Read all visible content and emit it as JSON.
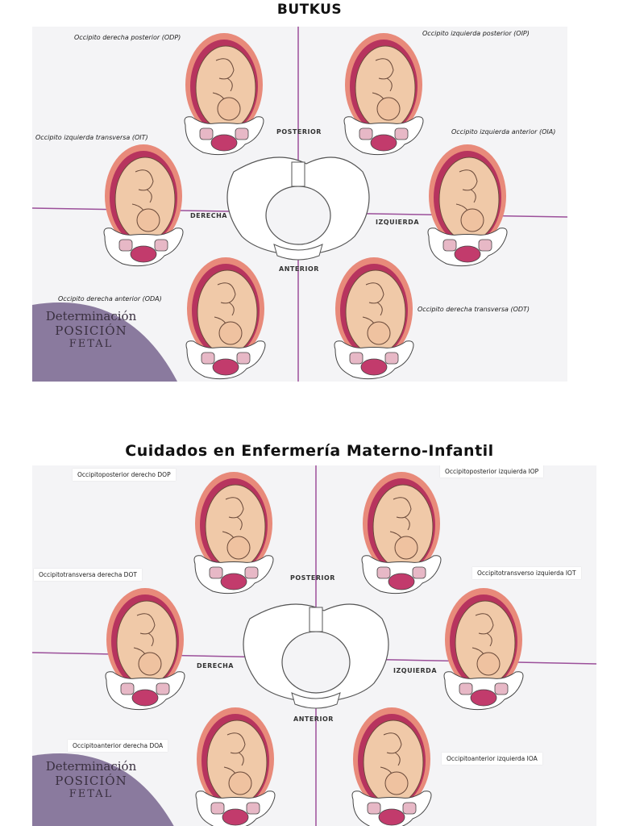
{
  "page": {
    "title_top": "BUTKUS",
    "title_bottom": "Cuidados en Enfermería Materno-Infantil"
  },
  "panel1": {
    "labels": {
      "odp": "Occipito derecha posterior (ODP)",
      "oip": "Occipito izquierda posterior (OIP)",
      "oit": "Occipito izquierda transversa (OIT)",
      "oia": "Occipito izquierda anterior (OIA)",
      "oda": "Occipito derecha anterior (ODA)",
      "odt": "Occipito derecha transversa (ODT)"
    },
    "directions": {
      "posterior": "POSTERIOR",
      "anterior": "ANTERIOR",
      "derecha": "DERECHA",
      "izquierda": "IZQUIERDA"
    },
    "badge": {
      "line1": "Determinación",
      "line2": "POSICIÓN",
      "line3": "FETAL"
    }
  },
  "panel2": {
    "labels": {
      "dop": "Occipitoposterior derecho DOP",
      "iop": "Occipitoposterior izquierda IOP",
      "dot": "Occipitotransversa derecha DOT",
      "iot": "Occipitotransverso izquierda IOT",
      "doa": "Occipitoanterior derecha DOA",
      "ioa": "Occipitoanterior izquierda IOA"
    },
    "directions": {
      "posterior": "POSTERIOR",
      "anterior": "ANTERIOR",
      "derecha": "DERECHA",
      "izquierda": "IZQUIERDA"
    },
    "badge": {
      "line1": "Determinación",
      "line2": "POSICIÓN",
      "line3": "FETAL"
    }
  },
  "colors": {
    "axis": "#9b4f9a",
    "badge": "#8a7a9e",
    "uterus_wall": "#e88a7a",
    "uterus_inner": "#b7345e",
    "skin": "#f0c9a8",
    "pelvis_bone": "#ffffff",
    "pelvis_inner": "#c23b6c"
  },
  "icons": [
    "fetus-illustration",
    "pelvis-illustration",
    "uterus-illustration"
  ]
}
